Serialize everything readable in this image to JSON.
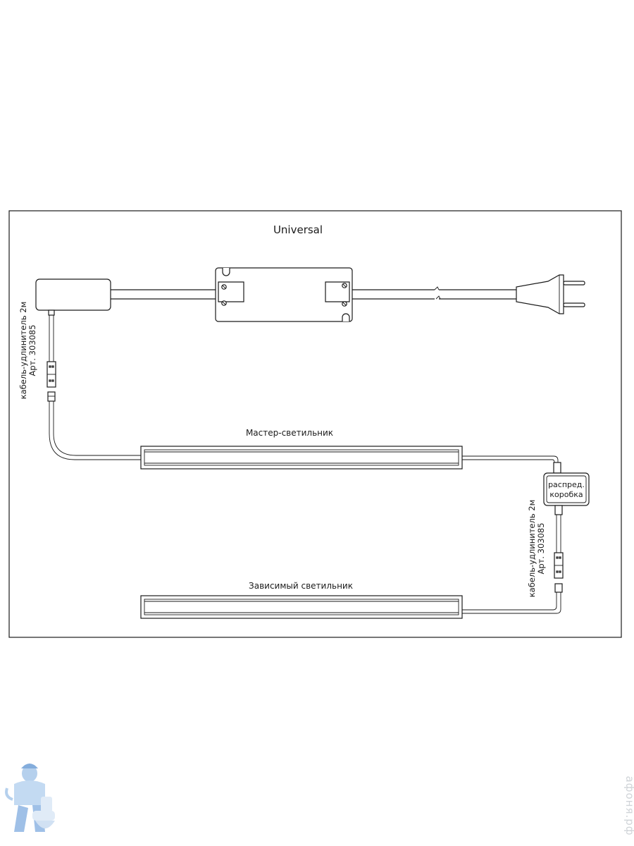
{
  "diagram": {
    "title": "Universal",
    "master_label": "Мастер-светильник",
    "slave_label": "Зависимый светильник",
    "junction_box_line1": "распред.",
    "junction_box_line2": "коробка",
    "left_cable_line1": "кабель-удлинитель 2м",
    "left_cable_line2": "Арт. 303085",
    "right_cable_line1": "кабель-удлинитель 2м",
    "right_cable_line2": "Арт. 303085"
  },
  "watermark": {
    "text": "афоня.рф"
  }
}
